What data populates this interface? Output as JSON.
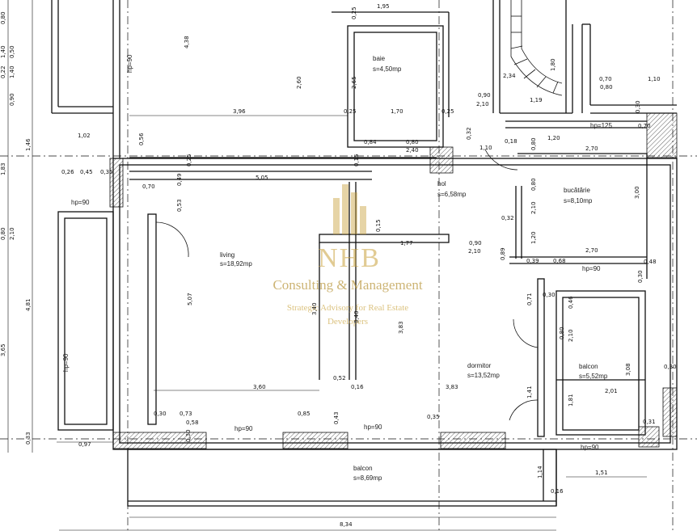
{
  "rooms": [
    {
      "name": "living",
      "area": "s=18,92mp"
    },
    {
      "name": "baie",
      "area": "s=4,50mp"
    },
    {
      "name": "hol",
      "area": "s=6,58mp"
    },
    {
      "name": "bucătărie",
      "area": "s=8,10mp"
    },
    {
      "name": "dormitor",
      "area": "s=13,52mp"
    },
    {
      "name": "balcon",
      "area": "s=5,52mp"
    },
    {
      "name": "balcon",
      "area": "s=8,69mp"
    }
  ],
  "hp_labels": [
    "hp=90",
    "hp=90",
    "hp=90",
    "hp=90",
    "hp=90",
    "hp=90",
    "hp=125",
    "hp=90"
  ],
  "dims": [
    "1,95",
    "4,38",
    "2,60",
    "0,25",
    "2,65",
    "3,96",
    "0,25",
    "1,70",
    "0,25",
    "1,02",
    "0,56",
    "0,84",
    "0,80",
    "2,40",
    "0,32",
    "0,25",
    "1,10",
    "0,18",
    "0,80",
    "1,20",
    "2,70",
    "0,26",
    "0,45",
    "0,35",
    "0,70",
    "0,49",
    "5,05",
    "0,15",
    "0,53",
    "2,34",
    "0,90",
    "2,10",
    "1,19",
    "1,80",
    "0,70",
    "0,80",
    "1,10",
    "0,30",
    "0,70",
    "0,80",
    "2,10",
    "3,00",
    "0,32",
    "1,77",
    "0,90",
    "2,10",
    "0,89",
    "1,20",
    "0,15",
    "2,70",
    "0,39",
    "0,68",
    "0,48",
    "0,30",
    "0,30",
    "0,71",
    "0,46",
    "2,10",
    "5,07",
    "3,40",
    "3,40",
    "3,83",
    "0,80",
    "3,08",
    "0,30",
    "0,52",
    "0,16",
    "3,60",
    "3,83",
    "1,41",
    "2,01",
    "0,30",
    "0,73",
    "0,58",
    "0,85",
    "0,43",
    "0,35",
    "1,81",
    "0,31",
    "0,30",
    "0,97",
    "1,14",
    "1,51",
    "0,16",
    "8,34",
    "4,81",
    "3,65",
    "0,33",
    "0,80",
    "1,40",
    "0,22",
    "0,50",
    "1,40",
    "0,90",
    "1,46",
    "1,83",
    "0,80",
    "2,10"
  ],
  "watermark": {
    "brand": "NHB",
    "company": "Consulting & Management",
    "tagline_1": "Strategic Advisory for Real Estate",
    "tagline_2": "Developers"
  },
  "colors": {
    "line": "#111111",
    "watermark": "#c9a23c"
  }
}
